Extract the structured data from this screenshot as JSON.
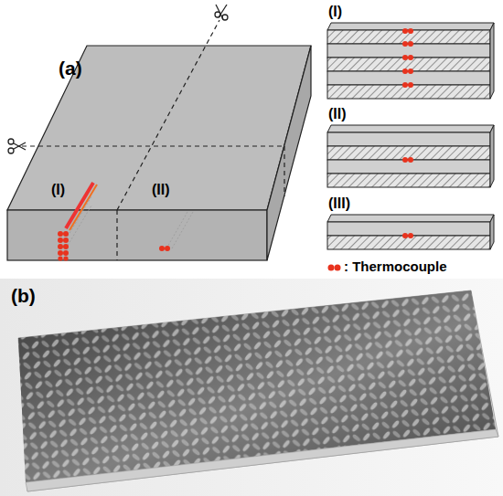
{
  "diagram": {
    "labels": [
      "(a)",
      "(I)",
      "(II)",
      "(I)",
      "(II)",
      "(III)",
      "(b)"
    ],
    "legend": [
      {
        "text": ": Thermocouple"
      }
    ]
  }
}
